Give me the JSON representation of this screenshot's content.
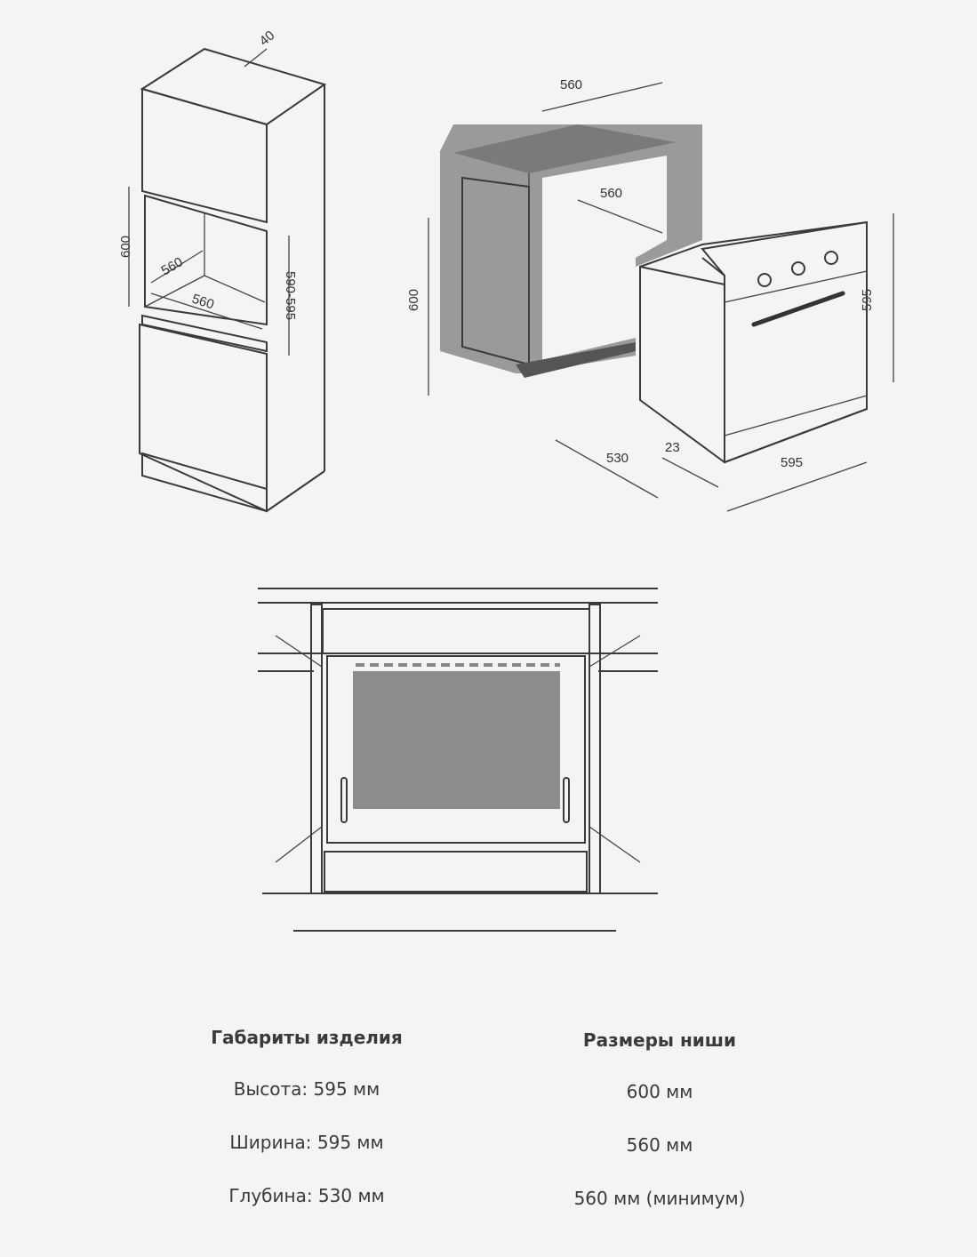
{
  "diagram_tall_cabinet": {
    "dims": {
      "panel_gap": "40",
      "niche_height": "600",
      "niche_depth": "560",
      "niche_width": "560",
      "oven_height_range": "590-595"
    }
  },
  "diagram_undercounter": {
    "dims": {
      "top_width": "560",
      "inner_width": "560",
      "niche_height": "600",
      "oven_height": "595",
      "oven_depth": "530",
      "front_thickness": "23",
      "oven_width": "595"
    }
  },
  "specs": {
    "product": {
      "title": "Габариты изделия",
      "rows": [
        "Высота: 595 мм",
        "Ширина: 595 мм",
        "Глубина: 530 мм"
      ]
    },
    "niche": {
      "title": "Размеры ниши",
      "rows": [
        "600 мм",
        "560 мм",
        "560 мм (минимум)"
      ]
    }
  },
  "colors": {
    "cabinet_fill": "#8a8a8a",
    "window_fill": "#8c8c8c",
    "line": "#3a3a3a"
  }
}
